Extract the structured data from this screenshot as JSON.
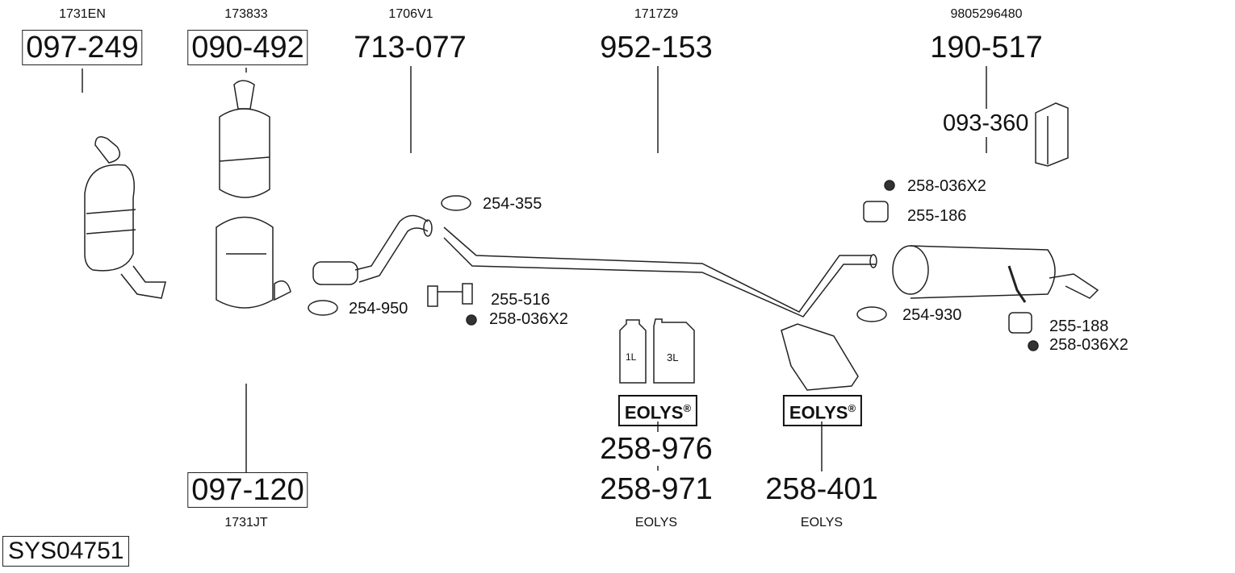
{
  "system_code": "SYS04751",
  "parts": [
    {
      "oem": "1731EN",
      "number": "097-249",
      "boxed": true
    },
    {
      "oem": "173833",
      "number": "090-492",
      "boxed": true
    },
    {
      "oem": "1706V1",
      "number": "713-077",
      "boxed": false
    },
    {
      "oem": "1717Z9",
      "number": "952-153",
      "boxed": false
    },
    {
      "oem": "9805296480",
      "number": "190-517",
      "boxed": false
    },
    {
      "oem": "1731JT",
      "number": "097-120",
      "boxed": true
    }
  ],
  "mounting_kit": "093-360",
  "eolys": {
    "brand_label": "EOLYS",
    "reg_mark": "®",
    "fluid_numbers": [
      "258-976",
      "258-971"
    ],
    "fluid_caption": "EOLYS",
    "bottle_labels": [
      "1L",
      "3L"
    ],
    "bag_number": "258-401",
    "bag_caption": "EOLYS"
  },
  "accessories": {
    "clamp_1": "254-355",
    "clamp_2": "254-950",
    "hanger_1": "255-516",
    "nut_1": "258-036X2",
    "nut_2": "258-036X2",
    "hanger_2": "255-186",
    "clamp_3": "254-930",
    "hanger_3": "255-188",
    "nut_3": "258-036X2"
  }
}
